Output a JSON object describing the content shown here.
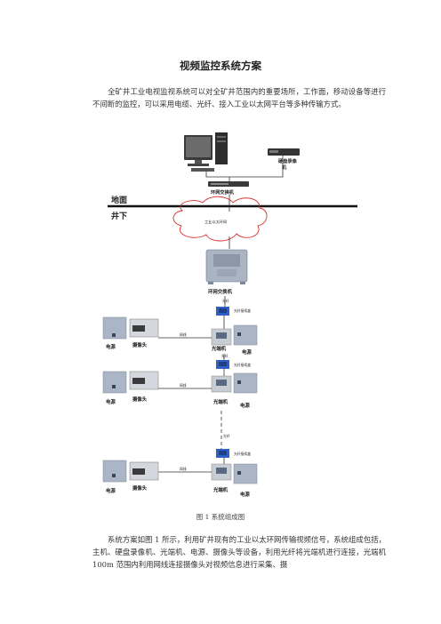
{
  "doc": {
    "title": "视频监控系统方案",
    "intro": "全矿井工业电视监视系统可以对全矿井范围内的重要场所，工作面，移动设备等进行不间断的监控，可以采用电缆、光纤、接入工业以太网平台等多种传输方式。",
    "caption": "图 1 系统组成图",
    "description": "系统方案如图 1 所示，利用矿井现有的工业以太环网传输视频信号，系统组成包括，主机、硬盘录像机、光端机、电源、摄像头等设备，利用光纤将光端机进行连接，光端机 100m 范围内利用网线连接摄像头对视频信息进行采集、摄"
  },
  "diagram": {
    "hdd_recorder_l1": "硬盘录像",
    "hdd_recorder_l2": "机",
    "ring_switch_top": "环网交换机",
    "ground": "地面",
    "underground": "井下",
    "industrial_ethernet": "工业以太环网",
    "ring_switch": "环网交换机",
    "fiber": "光纤",
    "splice_box": "光纤接续盒",
    "optical_transceiver": "光端机",
    "power": "电源",
    "camera": "摄像头",
    "network_cable": "网线"
  }
}
